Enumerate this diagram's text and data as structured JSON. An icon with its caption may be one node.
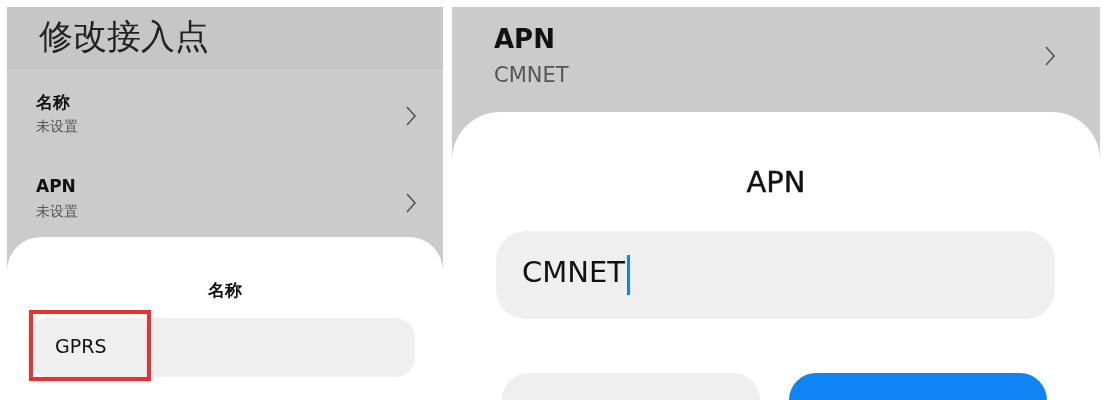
{
  "diagram": {
    "nodes": [
      {
        "text": [
          "名称",
          "未设置"
        ]
      },
      {
        "text": [
          "APN",
          "未设置"
        ]
      },
      {
        "text": [
          "名称"
        ]
      },
      {
        "text": [
          "GPRS"
        ],
        "in": 2
      },
      {
        "text": [
          "APN",
          "CMNET"
        ]
      },
      {
        "text": [
          "APN"
        ]
      },
      {
        "text": [
          "CMNET"
        ],
        "in": 5
      },
      {
        "text": [],
        "shape": "box",
        "in": 5
      },
      {
        "text": [],
        "shape": "box",
        "in": 5
      }
    ],
    "edges": [],
    "labels": [
      "修改接入点"
    ]
  }
}
